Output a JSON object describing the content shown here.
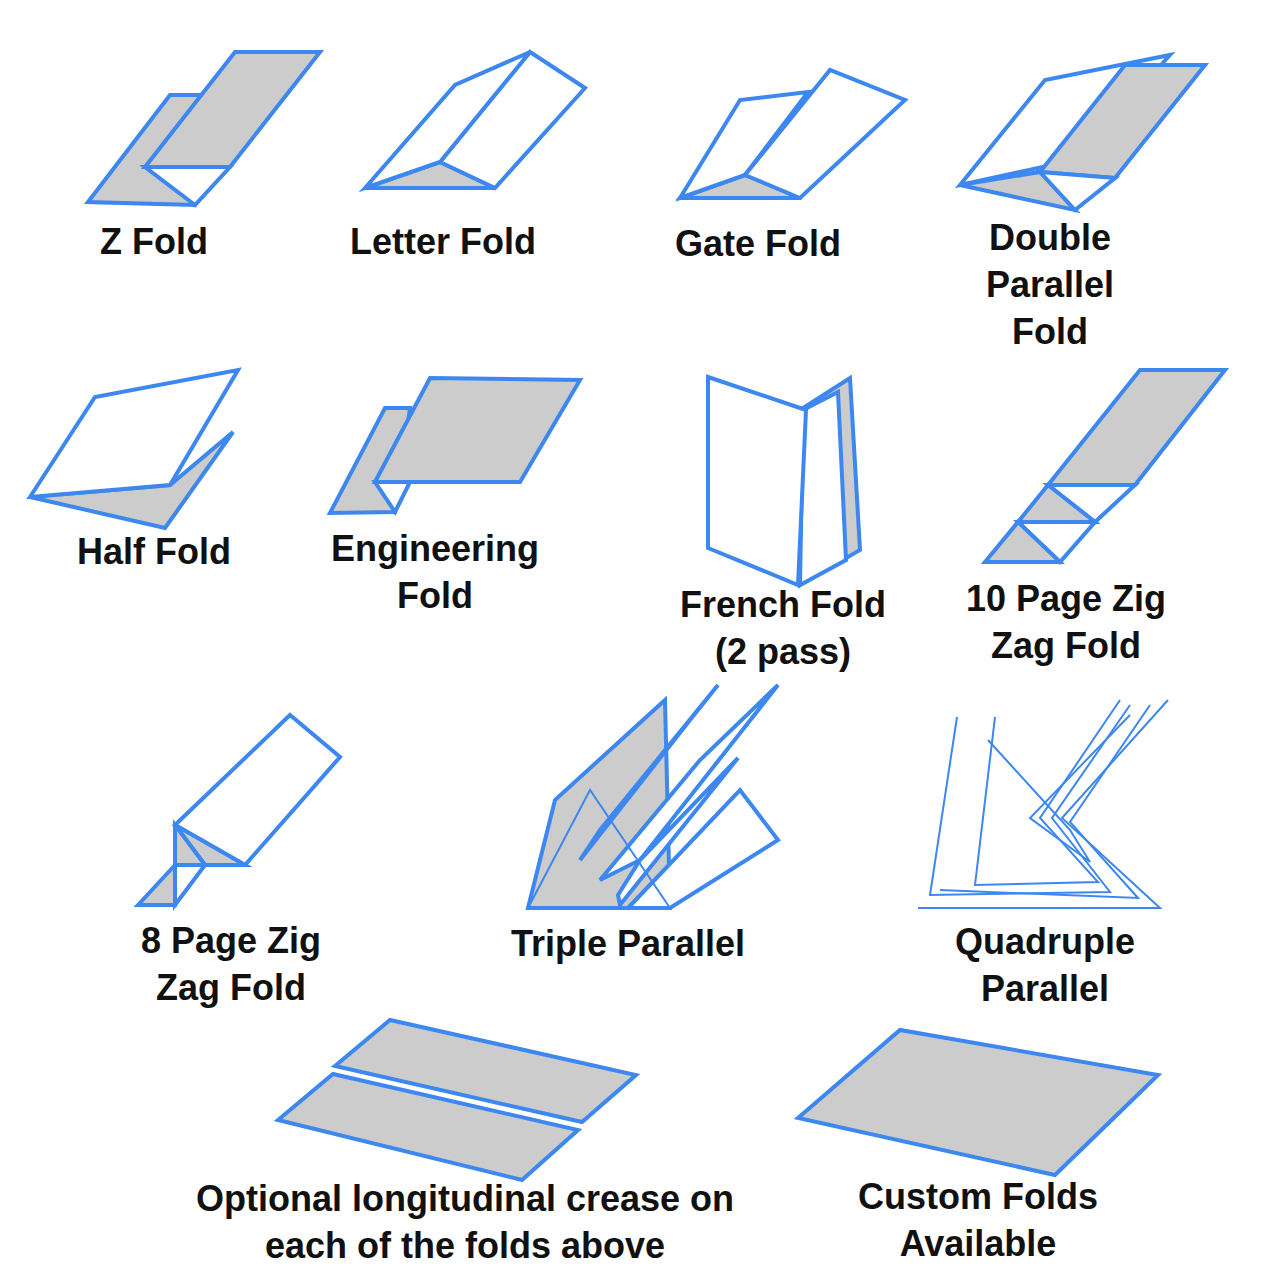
{
  "diagram": {
    "labels": [
      "Z Fold",
      "Letter Fold",
      "Gate Fold",
      "Double Parallel Fold",
      "Half Fold",
      "Engineering Fold",
      "French Fold (2 pass)",
      "10 Page Zig Zag Fold",
      "8 Page Zig Zag Fold",
      "Triple Parallel",
      "Quadruple Parallel",
      "Optional longitudinal crease on each of the folds above",
      "Custom Folds Available"
    ]
  }
}
